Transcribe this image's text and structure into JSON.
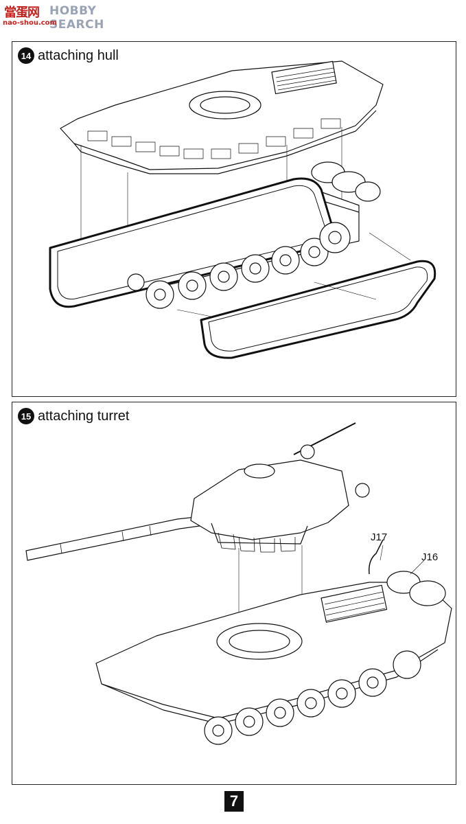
{
  "watermark": {
    "brand_cn": "當蛋网",
    "brand_en": "HOBBY SEARCH",
    "url": "nao-shou.com"
  },
  "steps": [
    {
      "number": "14",
      "title": "attaching hull"
    },
    {
      "number": "15",
      "title": "attaching turret"
    }
  ],
  "parts": {
    "j17": "J17",
    "j16": "J16"
  },
  "page": {
    "number": "7"
  },
  "icons": {
    "step_badge": "filled-circle-number",
    "illustration": "line-art-tank"
  }
}
